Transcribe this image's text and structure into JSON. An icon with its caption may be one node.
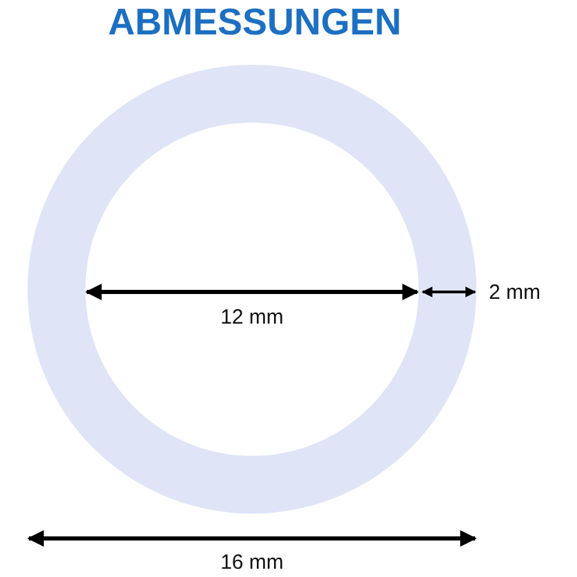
{
  "diagram": {
    "title": "ABMESSUNGEN",
    "labels": [
      "12 mm",
      "2 mm",
      "16 mm"
    ]
  }
}
